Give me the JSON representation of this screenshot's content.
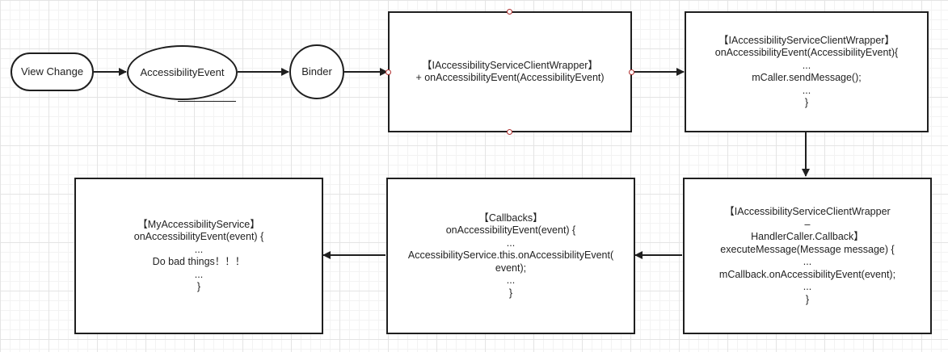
{
  "nodes": {
    "view_change": "View Change",
    "accessibility_event": "AccessibilityEvent",
    "binder": "Binder",
    "client_wrapper_box": [
      "【IAccessibilityServiceClientWrapper】",
      "+ onAccessibilityEvent(AccessibilityEvent)"
    ],
    "client_wrapper_impl": [
      "【IAccessibilityServiceClientWrapper】",
      "onAccessibilityEvent(AccessibilityEvent){",
      "...",
      "mCaller.sendMessage();",
      "...",
      "}"
    ],
    "handler_caller": [
      "【IAccessibilityServiceClientWrapper",
      "–",
      "HandlerCaller.Callback】",
      "executeMessage(Message message) {",
      "...",
      "mCallback.onAccessibilityEvent(event);",
      "...",
      "}"
    ],
    "callbacks": [
      "【Callbacks】",
      "onAccessibilityEvent(event) {",
      "...",
      "AccessibilityService.this.onAccessibilityEvent(",
      "event);",
      "...",
      "}"
    ],
    "my_service": [
      "【MyAccessibilityService】",
      "onAccessibilityEvent(event) {",
      "...",
      "Do bad things！！！",
      "...",
      "}"
    ]
  },
  "colors": {
    "stroke": "#1f1f1f",
    "handle": "#b03030"
  }
}
